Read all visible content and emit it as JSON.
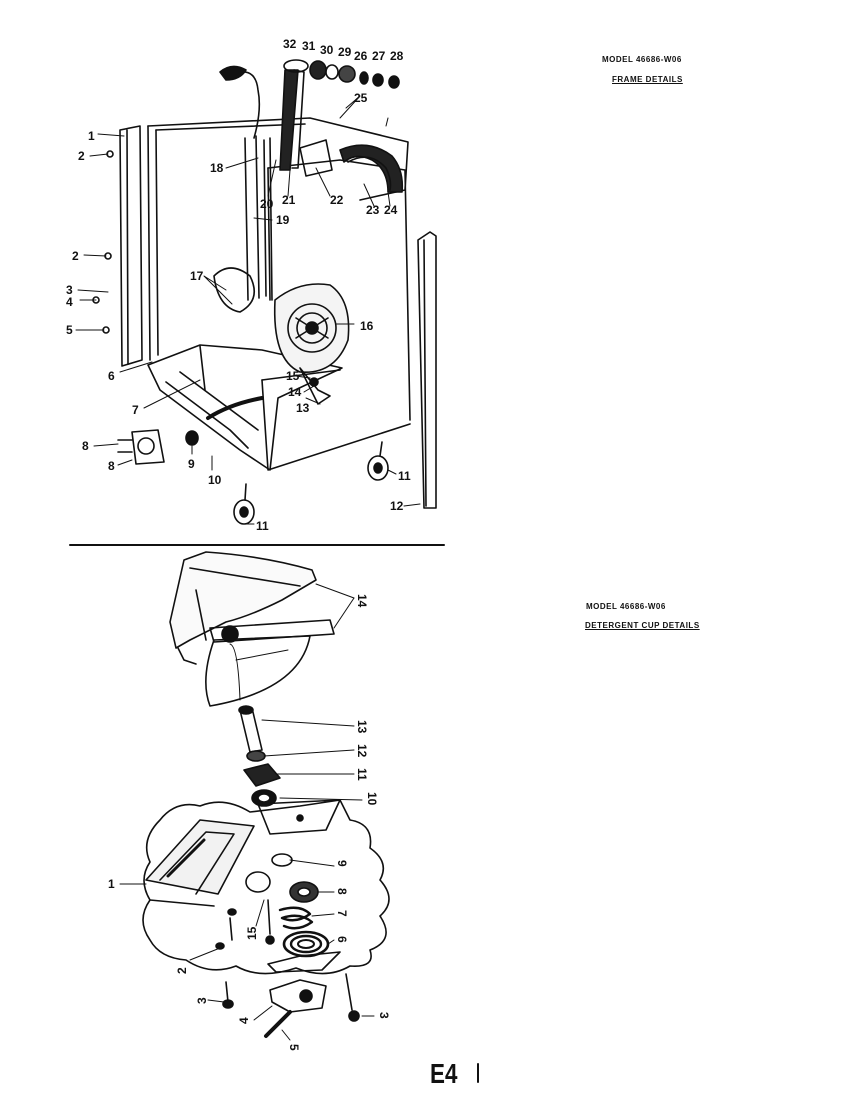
{
  "top_diagram": {
    "model_line": "MODEL 46686-W06",
    "subtitle": "FRAME DETAILS",
    "callouts": [
      "1",
      "2",
      "2",
      "3",
      "4",
      "5",
      "6",
      "7",
      "8",
      "8",
      "9",
      "10",
      "11",
      "11",
      "12",
      "13",
      "14",
      "15",
      "16",
      "17",
      "18",
      "19",
      "20",
      "21",
      "22",
      "23",
      "24",
      "25",
      "26",
      "27",
      "28",
      "29",
      "30",
      "31",
      "32"
    ]
  },
  "bottom_diagram": {
    "model_line": "MODEL 46686-W06",
    "subtitle": "DETERGENT CUP DETAILS",
    "callouts": [
      "1",
      "2",
      "3",
      "3",
      "4",
      "5",
      "6",
      "7",
      "8",
      "9",
      "10",
      "11",
      "12",
      "13",
      "14",
      "15"
    ]
  },
  "page_number": "E4",
  "colors": {
    "ink": "#111111",
    "paper": "#ffffff"
  }
}
